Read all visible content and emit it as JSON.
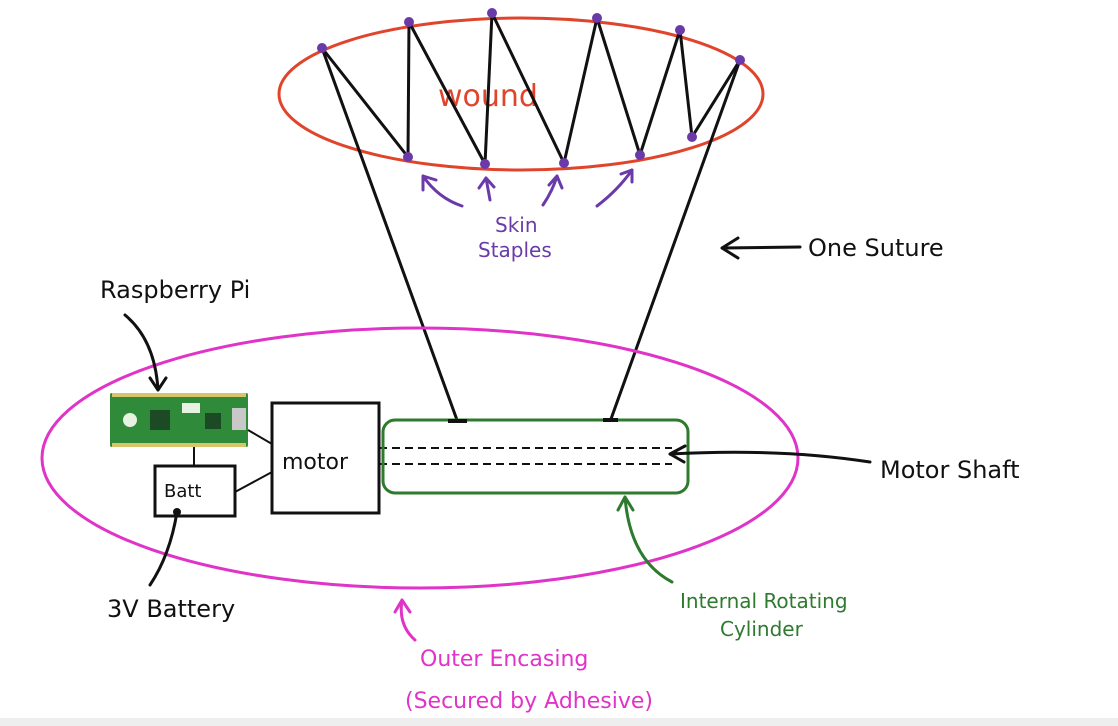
{
  "labels": {
    "wound": "wound",
    "skin_staples_line1": "Skin",
    "skin_staples_line2": "Staples",
    "one_suture": "One Suture",
    "raspberry_pi": "Raspberry Pi",
    "motor": "motor",
    "batt": "Batt",
    "motor_shaft": "Motor Shaft",
    "battery_3v": "3V Battery",
    "internal_cylinder_line1": "Internal Rotating",
    "internal_cylinder_line2": "Cylinder",
    "outer_encasing_line1": "Outer Encasing",
    "outer_encasing_line2": "(Secured by Adhesive)"
  },
  "colors": {
    "wound": "#e0452c",
    "staples": "#6a3aa8",
    "encasing": "#e033c8",
    "cylinder": "#2e7a2e",
    "ink": "#111111",
    "board": "#2f8a3a"
  }
}
